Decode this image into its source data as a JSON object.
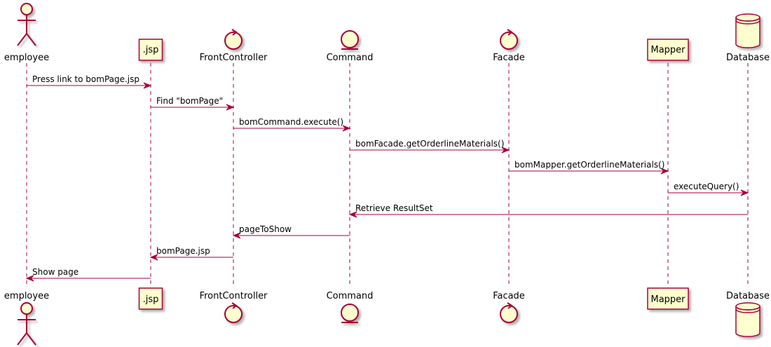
{
  "colors": {
    "accent": "#A80036",
    "fill": "#FEFECE",
    "text": "#000000"
  },
  "participants": [
    {
      "id": "employee",
      "name": "employee",
      "kind": "actor"
    },
    {
      "id": "jsp",
      "name": ".jsp",
      "kind": "participant"
    },
    {
      "id": "frontcontroller",
      "name": "FrontController",
      "kind": "control"
    },
    {
      "id": "command",
      "name": "Command",
      "kind": "entity"
    },
    {
      "id": "facade",
      "name": "Facade",
      "kind": "control"
    },
    {
      "id": "mapper",
      "name": "Mapper",
      "kind": "participant"
    },
    {
      "id": "database",
      "name": "Database",
      "kind": "database"
    }
  ],
  "messages": [
    {
      "from": "employee",
      "to": "jsp",
      "label": "Press link to bomPage.jsp"
    },
    {
      "from": "jsp",
      "to": "frontcontroller",
      "label": "Find \"bomPage\""
    },
    {
      "from": "frontcontroller",
      "to": "command",
      "label": "bomCommand.execute()"
    },
    {
      "from": "command",
      "to": "facade",
      "label": "bomFacade.getOrderlineMaterials()"
    },
    {
      "from": "facade",
      "to": "mapper",
      "label": "bomMapper.getOrderlineMaterials()"
    },
    {
      "from": "mapper",
      "to": "database",
      "label": "executeQuery()"
    },
    {
      "from": "database",
      "to": "command",
      "label": "Retrieve ResultSet"
    },
    {
      "from": "command",
      "to": "frontcontroller",
      "label": "pageToShow"
    },
    {
      "from": "frontcontroller",
      "to": "jsp",
      "label": "bomPage.jsp"
    },
    {
      "from": "jsp",
      "to": "employee",
      "label": "Show page"
    }
  ]
}
